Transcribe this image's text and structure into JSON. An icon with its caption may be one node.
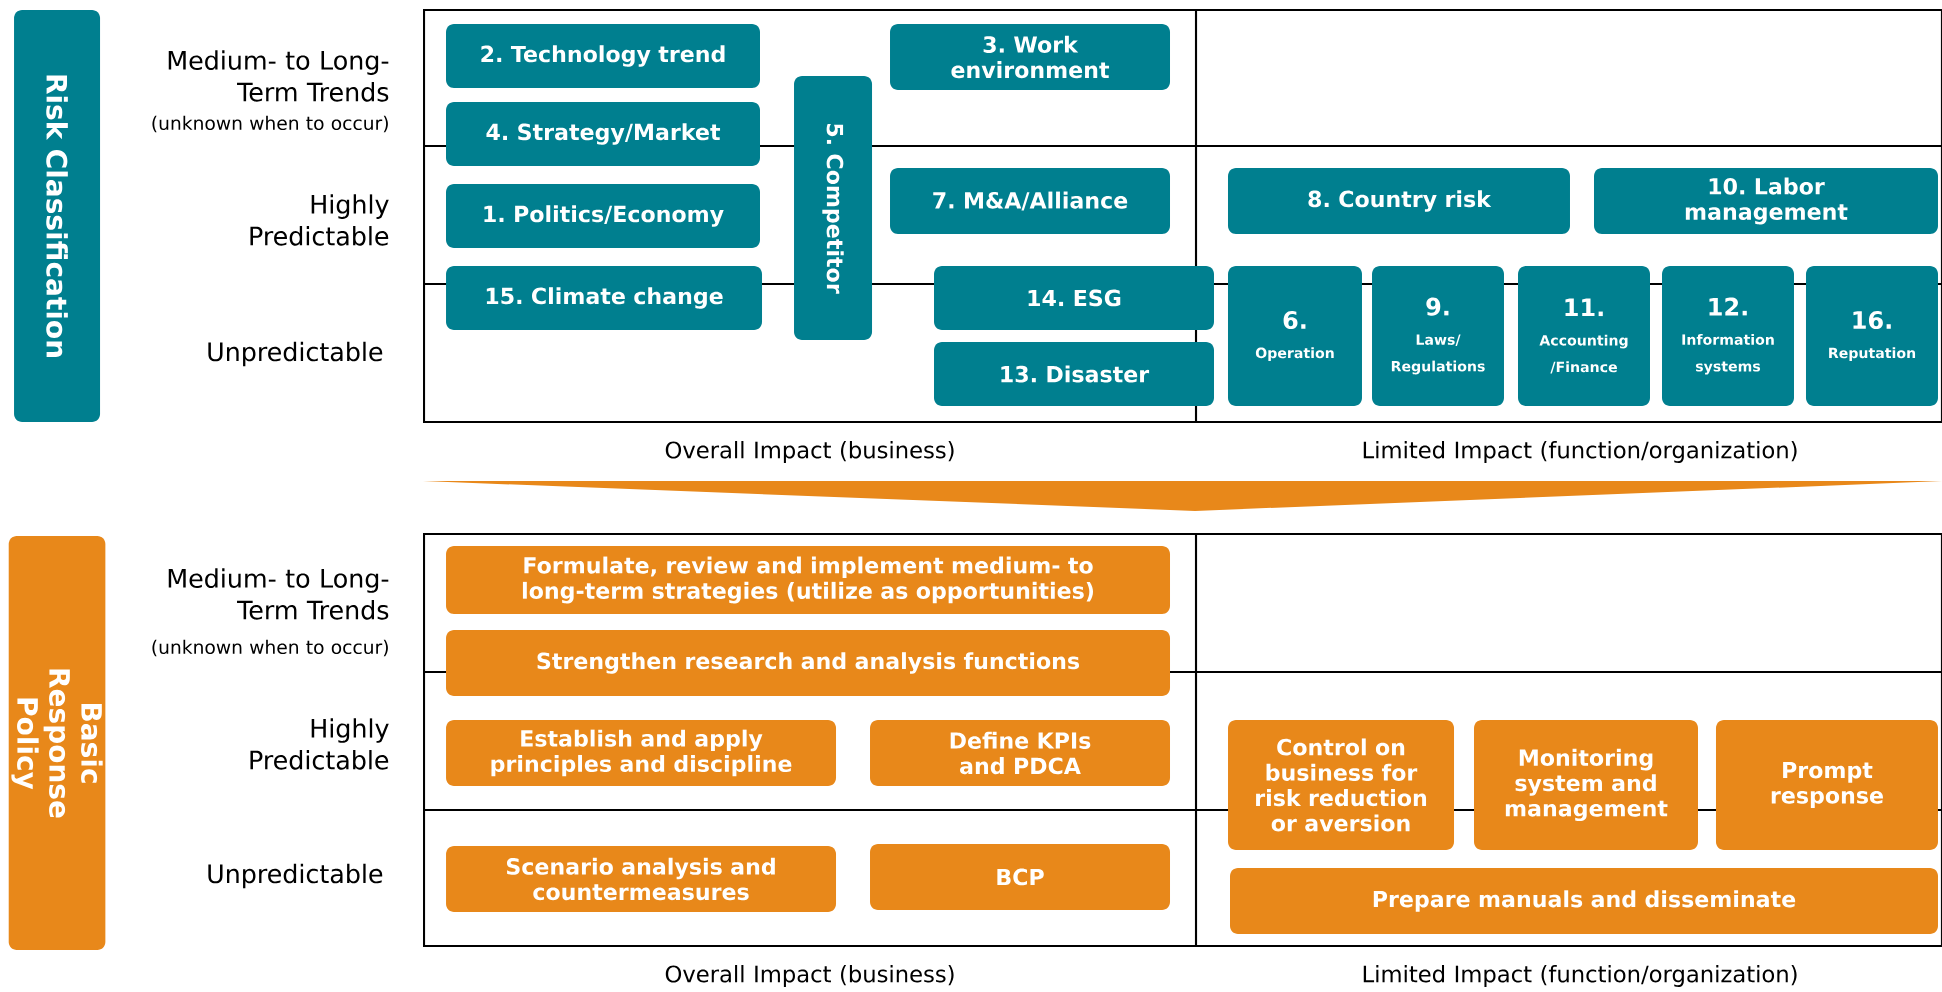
{
  "diagram": {
    "nodes": [
      {
        "text": [
          "Risk Classification"
        ]
      },
      {
        "text": [],
        "shape": "box"
      },
      {
        "text": [
          "2. Technology trend"
        ],
        "in": 1
      },
      {
        "text": [
          "3. Work environment"
        ],
        "in": 1
      },
      {
        "text": [
          "4. Strategy/Market"
        ],
        "in": 1
      },
      {
        "text": [
          "5. Competitor"
        ],
        "in": 1
      },
      {
        "text": [
          "1. Politics/Economy"
        ],
        "in": 1
      },
      {
        "text": [
          "7. M&A/Alliance"
        ],
        "in": 1
      },
      {
        "text": [
          "8. Country risk"
        ],
        "in": 1
      },
      {
        "text": [
          "10. Labor management"
        ],
        "in": 1
      },
      {
        "text": [
          "15. Climate change"
        ],
        "in": 1
      },
      {
        "text": [
          "14. ESG"
        ],
        "in": 1
      },
      {
        "text": [
          "6.",
          "Operation"
        ],
        "in": 1
      },
      {
        "text": [
          "9.",
          "Laws/ Regulations"
        ],
        "in": 1
      },
      {
        "text": [
          "11.",
          "Accounting /Finance"
        ],
        "in": 1
      },
      {
        "text": [
          "12.",
          "Information systems"
        ],
        "in": 1
      },
      {
        "text": [
          "16.",
          "Reputation"
        ],
        "in": 1
      },
      {
        "text": [
          "13. Disaster"
        ],
        "in": 1
      },
      {
        "text": [
          "Basic Response Policy"
        ]
      },
      {
        "text": [],
        "shape": "box"
      },
      {
        "text": [
          "Formulate, review and implement medium- to long-term strategies (utilize as opportunities)"
        ],
        "in": 19
      },
      {
        "text": [
          "Strengthen research and analysis functions"
        ],
        "in": 19
      },
      {
        "text": [
          "Establish and apply principles and discipline"
        ],
        "in": 19
      },
      {
        "text": [
          "Define KPIs and PDCA"
        ],
        "in": 19
      },
      {
        "text": [
          "Control on business for risk reduction or aversion"
        ],
        "in": 19
      },
      {
        "text": [
          "Monitoring system and management"
        ],
        "in": 19
      },
      {
        "text": [
          "Prompt response"
        ],
        "in": 19
      },
      {
        "text": [
          "Scenario analysis and countermeasures"
        ],
        "in": 19
      },
      {
        "text": [
          "BCP"
        ],
        "in": 19
      },
      {
        "text": [
          "Prepare manuals and disseminate"
        ],
        "in": 19
      }
    ],
    "edges": [
      {
        "from": 1,
        "to": 19,
        "arrow": "to"
      }
    ],
    "labels": [
      "Medium- to Long-Term Trends",
      "(unknown when to occur)",
      "Highly Predictable",
      "Unpredictable",
      "Overall Impact (business)",
      "Limited Impact (function/organization)",
      "Medium- to Long-Term Trends",
      "(unknown when to occur)",
      "Highly Predictable",
      "Unpredictable",
      "Overall Impact (business)",
      "Limited Impact (function/organization)"
    ]
  }
}
